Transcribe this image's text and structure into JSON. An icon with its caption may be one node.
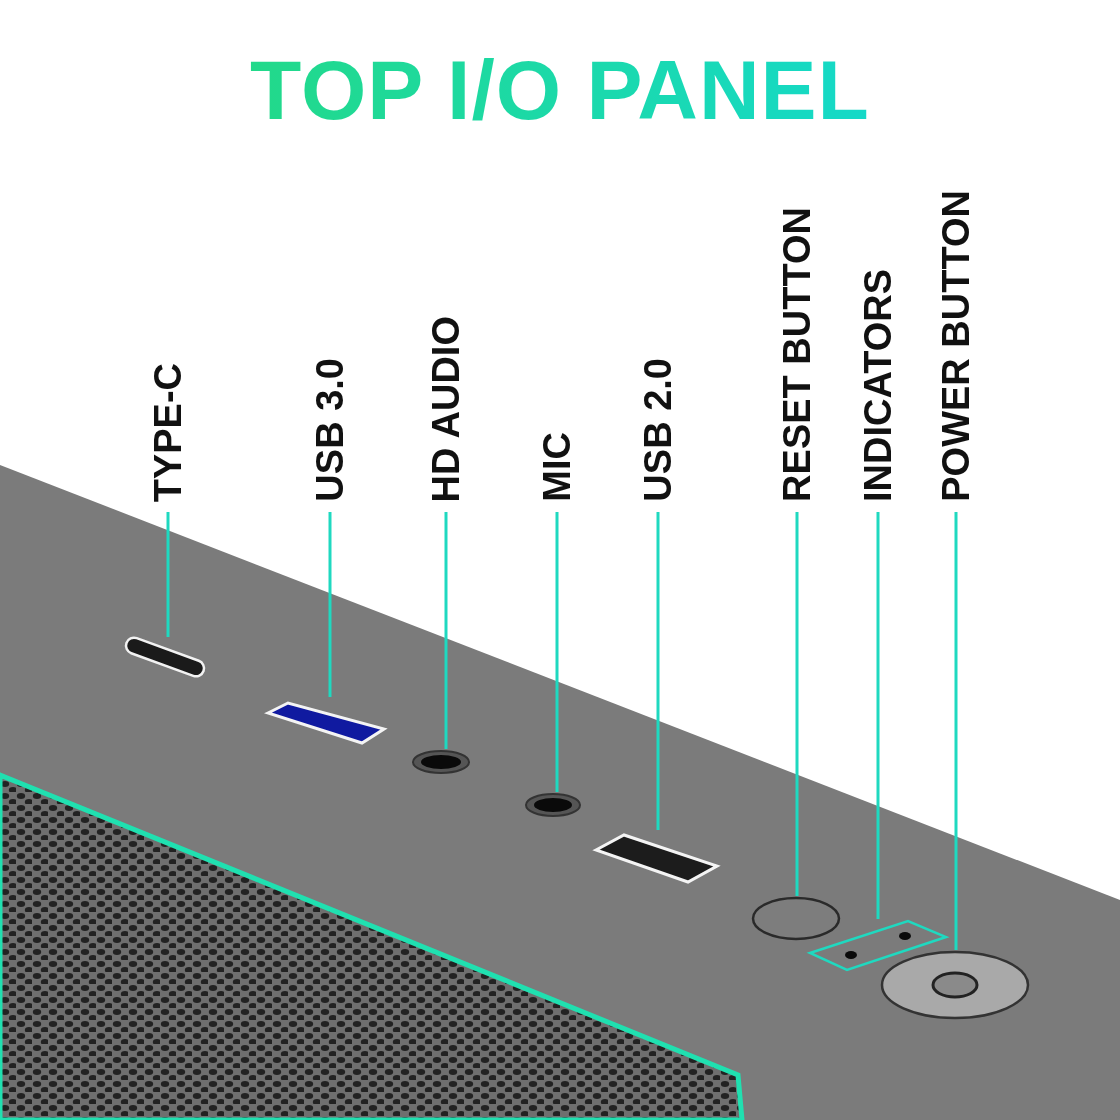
{
  "diagram": {
    "title": "TOP I/O PANEL",
    "nodes": [
      {
        "text": [
          "TYPE-C"
        ]
      },
      {
        "text": [
          "USB 3.0"
        ]
      },
      {
        "text": [
          "HD AUDIO"
        ]
      },
      {
        "text": [
          "MIC"
        ]
      },
      {
        "text": [
          "USB 2.0"
        ]
      },
      {
        "text": [
          "RESET BUTTON"
        ]
      },
      {
        "text": [
          "INDICATORS"
        ]
      },
      {
        "text": [
          "POWER BUTTON"
        ]
      },
      {
        "text": [],
        "shape": "box"
      },
      {
        "text": [],
        "shape": "box"
      },
      {
        "text": [],
        "shape": "circle"
      },
      {
        "text": [],
        "shape": "circle"
      },
      {
        "text": [],
        "shape": "box"
      },
      {
        "text": [],
        "shape": "circle"
      },
      {
        "text": [],
        "shape": "box"
      },
      {
        "text": [],
        "shape": "circle"
      }
    ],
    "edges": [
      {
        "from": 0,
        "to": 8,
        "arrow": "none"
      },
      {
        "from": 1,
        "to": 9,
        "arrow": "none"
      },
      {
        "from": 2,
        "to": 10,
        "arrow": "none"
      },
      {
        "from": 3,
        "to": 11,
        "arrow": "none"
      },
      {
        "from": 4,
        "to": 12,
        "arrow": "none"
      },
      {
        "from": 5,
        "to": 13,
        "arrow": "none"
      },
      {
        "from": 6,
        "to": 14,
        "arrow": "none"
      },
      {
        "from": 7,
        "to": 15,
        "arrow": "none"
      }
    ]
  }
}
